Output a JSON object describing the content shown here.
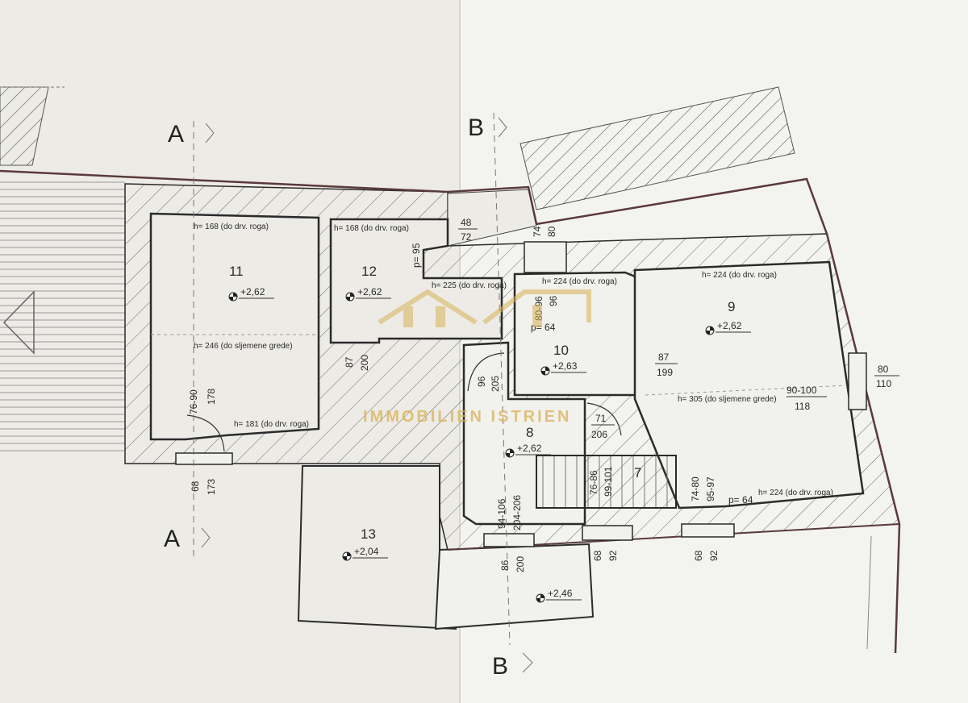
{
  "sections": {
    "a_top": "A",
    "a_bottom": "A",
    "b_top": "B",
    "b_bottom": "B"
  },
  "rooms": [
    {
      "id": "11",
      "elevation": "+2,62"
    },
    {
      "id": "12",
      "elevation": "+2,62"
    },
    {
      "id": "10",
      "elevation": "+2,63"
    },
    {
      "id": "9",
      "elevation": "+2,62"
    },
    {
      "id": "8",
      "elevation": "+2,62"
    },
    {
      "id": "7",
      "elevation": ""
    },
    {
      "id": "13",
      "elevation": "+2,04"
    }
  ],
  "extra_elevation": "+2,46",
  "notes": {
    "h168a": "h= 168 (do drv. roga)",
    "h168b": "h= 168 (do drv. roga)",
    "h246": "h= 246 (do sljemene grede)",
    "h181": "h= 181 (do drv. roga)",
    "h225": "h= 225 (do drv. roga)",
    "h224a": "h= 224 (do drv. roga)",
    "h224b": "h= 224 (do drv. roga)",
    "h305": "h= 305 (do sljemene grede)",
    "h224c": "h= 224 (do drv. roga)"
  },
  "dims": {
    "d48": "48",
    "d72": "72",
    "d74": "74",
    "d80": "80",
    "p95": "p= 95",
    "p64a": "p= 64",
    "p64b": "p= 64",
    "d80_96": "80-96",
    "d96": "96",
    "d87a": "87",
    "d200a": "200",
    "d96b": "96",
    "d205": "205",
    "d87b": "87",
    "d199": "199",
    "d80b": "80",
    "d110": "110",
    "d90_100": "90-100",
    "d118": "118",
    "d76_90": "76-90",
    "d178": "178",
    "d71": "71",
    "d206": "206",
    "d94_106": "94-106",
    "d204_206": "204-206",
    "d76_86": "76-86",
    "d99_101": "99-101",
    "d74_80": "74-80",
    "d95_97": "95-97",
    "d68a": "68",
    "d173": "173",
    "d86": "86",
    "d200b": "200",
    "d68b": "68",
    "d92a": "92",
    "d68c": "68",
    "d92b": "92"
  },
  "watermark": {
    "logo": "LOGO",
    "brand": "IMMOBILIEN ISTRIEN"
  },
  "colors": {
    "paper": "#ecebe6",
    "wall_line": "#2b2b2b",
    "outline": "#5a3a3a",
    "watermark": "#d9b255"
  }
}
